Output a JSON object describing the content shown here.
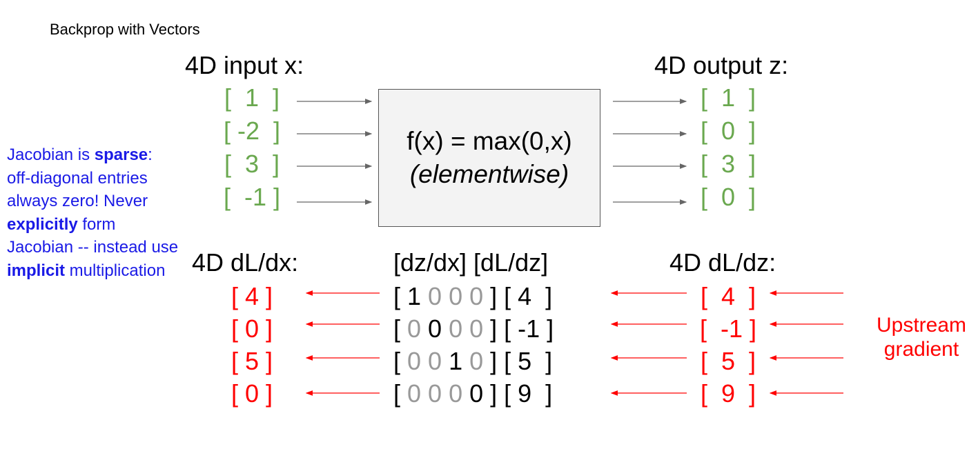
{
  "title": "Backprop with Vectors",
  "input_header": "4D input x:",
  "output_header": "4D output z:",
  "input_vector": [
    "[  1  ]",
    "[ -2  ]",
    "[  3  ]",
    "[  -1 ]"
  ],
  "output_vector": [
    "[  1  ]",
    "[  0  ]",
    "[  3  ]",
    "[  0  ]"
  ],
  "function_box": {
    "line1": "f(x) = max(0,x)",
    "line2": "(elementwise)"
  },
  "note": {
    "p1": "Jacobian is ",
    "b1": "sparse",
    "p2": ": off-diagonal entries always zero! Never ",
    "b2": "explicitly",
    "p3": " form Jacobian -- instead use ",
    "b3": "implicit",
    "p4": " multiplication"
  },
  "dldx_header": "4D dL/dx:",
  "jacobian_header": "[dz/dx] [dL/dz]",
  "dldz_header": "4D dL/dz:",
  "dldx_vector": [
    "[ 4 ]",
    "[ 0 ]",
    "[ 5 ]",
    "[ 0 ]"
  ],
  "dldz_vector": [
    "[  4  ]",
    "[  -1 ]",
    "[  5  ]",
    "[  9  ]"
  ],
  "jacobian_rows": [
    {
      "open": "[ ",
      "cells": [
        "1",
        "0",
        "0",
        "0"
      ],
      "diag": 0,
      "tail": " ] [ 4  ]"
    },
    {
      "open": "[ ",
      "cells": [
        "0",
        "0",
        "0",
        "0"
      ],
      "diag": 1,
      "tail": " ] [ -1 ]"
    },
    {
      "open": "[ ",
      "cells": [
        "0",
        "0",
        "1",
        "0"
      ],
      "diag": 2,
      "tail": " ] [ 5  ]"
    },
    {
      "open": "[ ",
      "cells": [
        "0",
        "0",
        "0",
        "0"
      ],
      "diag": 3,
      "tail": " ] [ 9  ]"
    }
  ],
  "upstream_label": "Upstream gradient",
  "colors": {
    "forward": "#6aa84f",
    "backward": "#ff0000",
    "note": "#1a1ae6",
    "offdiag": "#999999"
  }
}
